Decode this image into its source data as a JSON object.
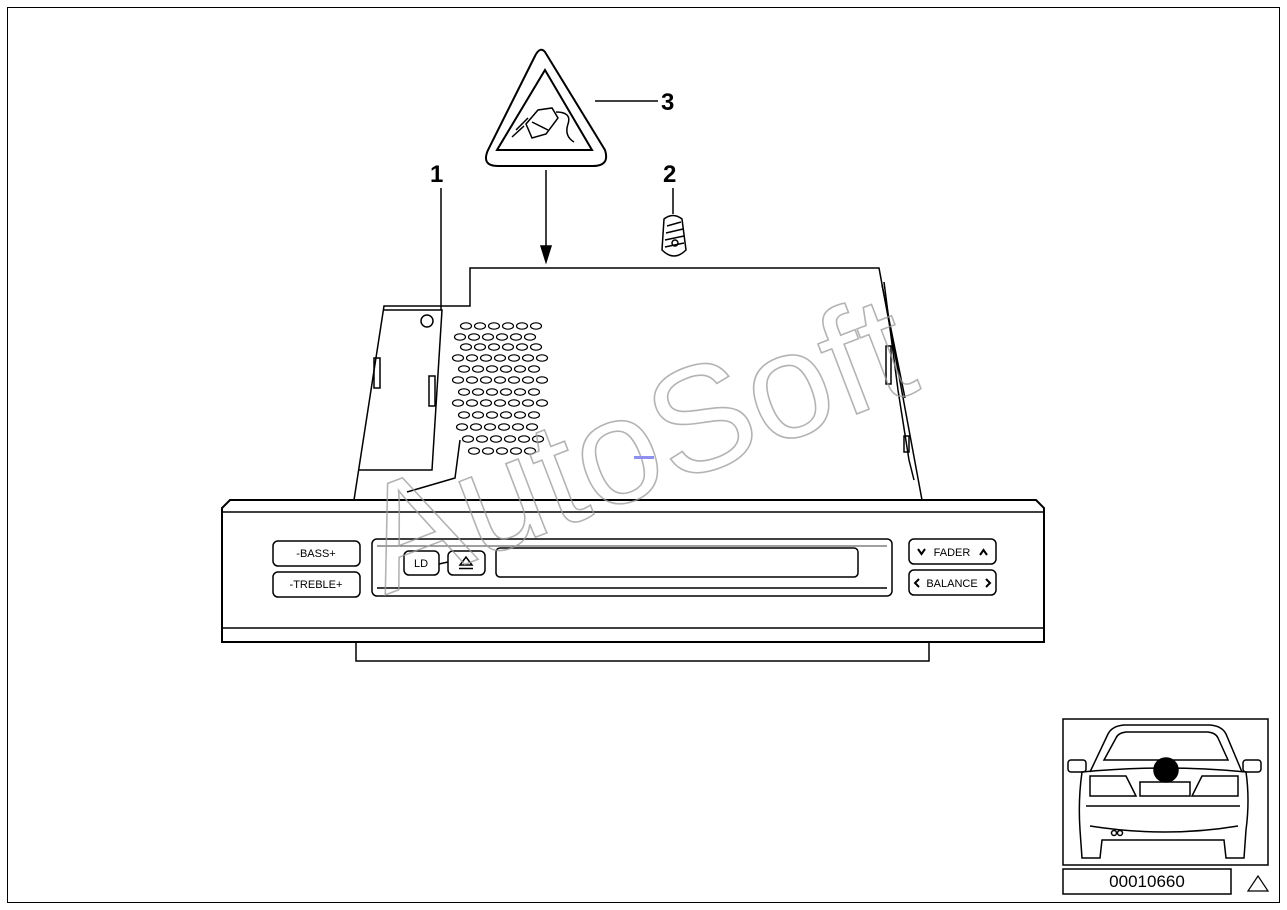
{
  "callouts": {
    "part1": "1",
    "part2": "2",
    "part3": "3"
  },
  "buttons": {
    "bass": "-BASS+",
    "treble": "-TREBLE+",
    "ld": "LD",
    "fader": "FADER",
    "balance": "BALANCE"
  },
  "icons": {
    "eject": "eject-icon",
    "warning": "warning-triangle-plug-icon",
    "fader_down": "chevron-down-icon",
    "fader_up": "chevron-up-icon",
    "balance_left": "chevron-left-icon",
    "balance_right": "chevron-right-icon"
  },
  "watermark": "AutoSoft",
  "reference_number": "00010660"
}
